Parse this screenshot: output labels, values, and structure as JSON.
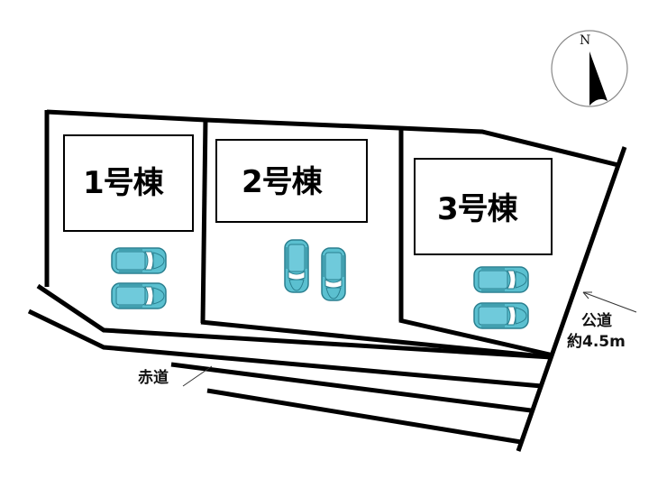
{
  "compass": {
    "label": "N",
    "icon": "north-arrow-icon"
  },
  "lots": [
    {
      "id": 1,
      "label": "1号棟",
      "parking_spaces": 2,
      "parking_orientation": "horizontal"
    },
    {
      "id": 2,
      "label": "2号棟",
      "parking_spaces": 2,
      "parking_orientation": "vertical"
    },
    {
      "id": 3,
      "label": "3号棟",
      "parking_spaces": 2,
      "parking_orientation": "horizontal"
    }
  ],
  "roads": {
    "red_road": {
      "label": "赤道"
    },
    "public_road": {
      "label_line1": "公道",
      "label_line2": "約4.5m"
    }
  },
  "colors": {
    "line": "#000000",
    "car_fill": "#5bc0d0",
    "car_outline": "#2a7f8f",
    "background": "#ffffff"
  }
}
